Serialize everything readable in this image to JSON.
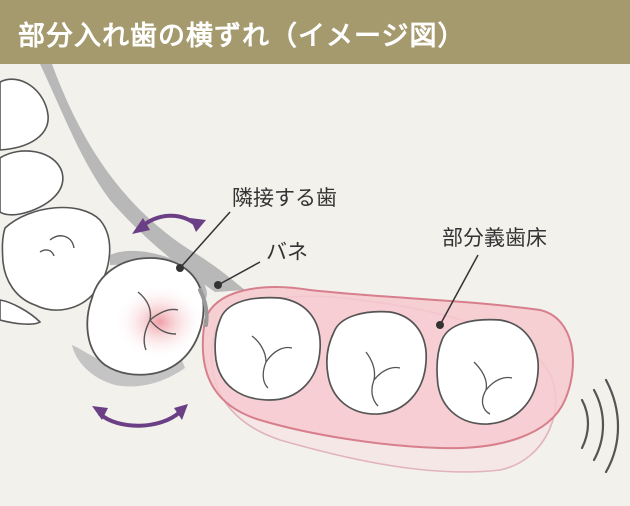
{
  "title": "部分入れ歯の横ずれ（イメージ図）",
  "labels": {
    "adjacent_tooth": "隣接する歯",
    "spring": "バネ",
    "denture_base": "部分義歯床"
  },
  "colors": {
    "title_bar": "#a59a6e",
    "background": "#f3f1ec",
    "gum": "#b8b8b8",
    "denture_fill": "#f6c9cf",
    "denture_stroke": "#d77f8c",
    "arrow": "#6b3f86",
    "tooth_outline": "#555555"
  }
}
